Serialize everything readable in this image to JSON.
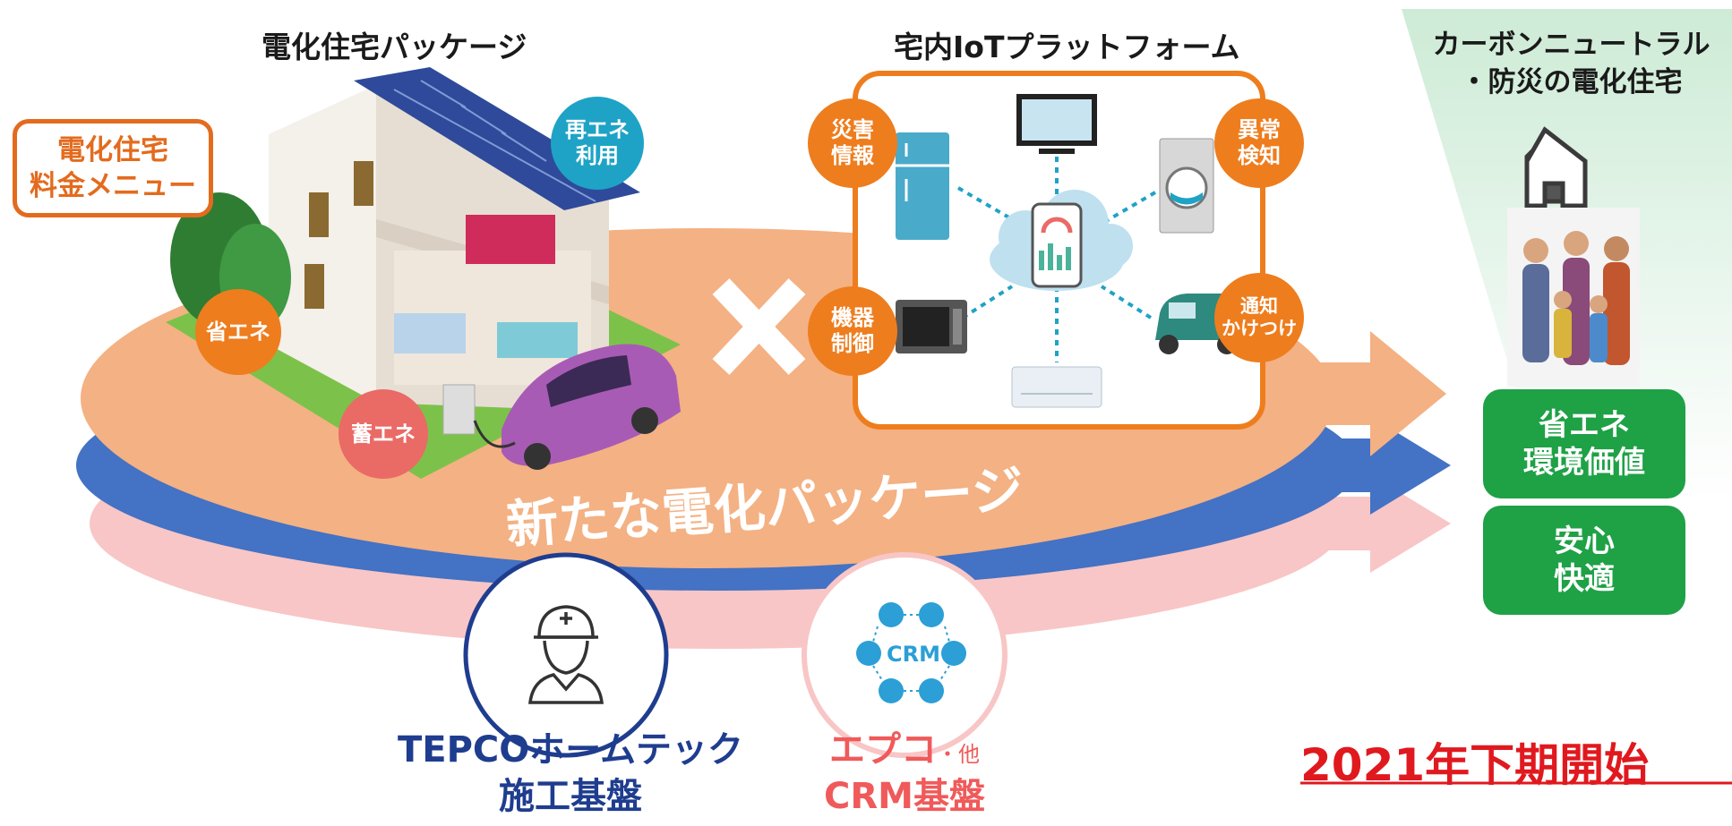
{
  "package": {
    "title": "電化住宅パッケージ"
  },
  "menu_box": {
    "line1": "電化住宅",
    "line2": "料金メニュー"
  },
  "house_badges": {
    "renewable": [
      "再エネ",
      "利用"
    ],
    "save": "省エネ",
    "storage": "蓄エネ"
  },
  "iot": {
    "title": "宅内IoTプラットフォーム",
    "badges": {
      "disaster": [
        "災害",
        "情報"
      ],
      "anomaly": [
        "異常",
        "検知"
      ],
      "control": [
        "機器",
        "制御"
      ],
      "notify": [
        "通知",
        "かけつけ"
      ]
    }
  },
  "ellipse_label": "新たな電化パッケージ",
  "goal": {
    "title_line1": "カーボンニュートラル",
    "title_line2": "・防災の電化住宅",
    "box1": [
      "省エネ",
      "環境価値"
    ],
    "box2": [
      "安心",
      "快適"
    ]
  },
  "tepco": {
    "line1": "TEPCOホームテック",
    "line2": "施工基盤"
  },
  "crm": {
    "icon_label": "CRM",
    "line1_main": "エプコ",
    "line1_small": "・他",
    "line2": "CRM基盤"
  },
  "start": "2021年下期開始",
  "colors": {
    "orange": "#ee7d1e",
    "blue": "#4472c4",
    "pink": "#f8c6c6",
    "peach": "#f4b183",
    "green": "#1fa146",
    "navy": "#1f3d8f",
    "red": "#e0191f",
    "crm_red": "#f05a5a"
  }
}
